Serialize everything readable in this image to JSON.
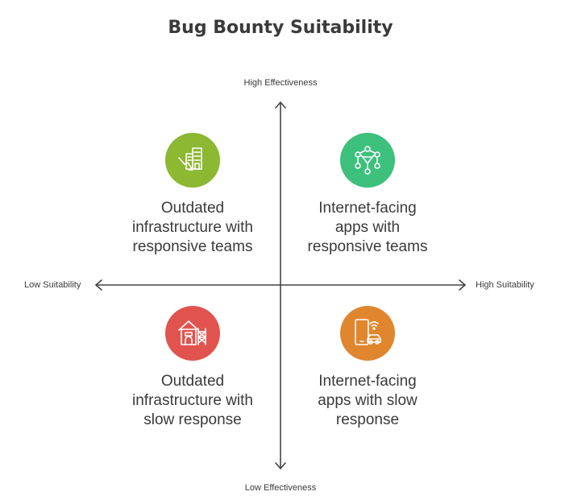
{
  "title": "Bug Bounty Suitability",
  "axes": {
    "top": "High Effectiveness",
    "bottom": "Low Effectiveness",
    "left": "Low Suitability",
    "right": "High Suitability"
  },
  "quadrants": {
    "top_left": {
      "lines": [
        "Outdated",
        "infrastructure with",
        "responsive teams"
      ],
      "color": "#8cb832",
      "icon": "building-decline-icon"
    },
    "top_right": {
      "lines": [
        "Internet-facing",
        "apps with",
        "responsive teams"
      ],
      "color": "#3cc07c",
      "icon": "network-icon"
    },
    "bottom_left": {
      "lines": [
        "Outdated",
        "infrastructure with",
        "slow response"
      ],
      "color": "#e0534e",
      "icon": "barn-icon"
    },
    "bottom_right": {
      "lines": [
        "Internet-facing",
        "apps with slow",
        "response"
      ],
      "color": "#e0862e",
      "icon": "phone-car-icon"
    }
  }
}
